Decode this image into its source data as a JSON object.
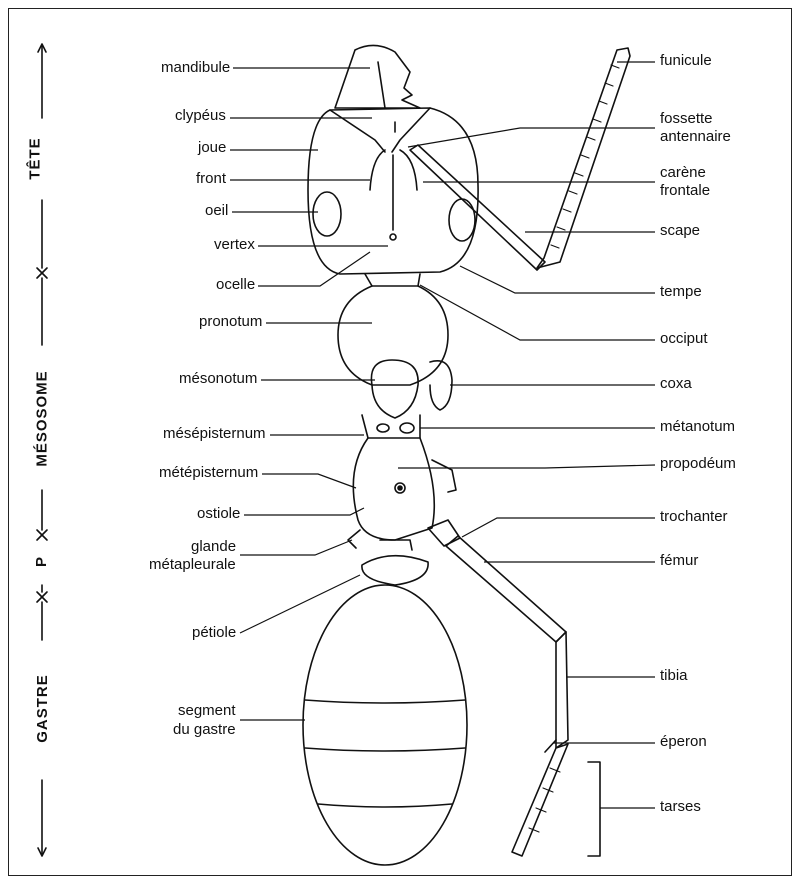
{
  "sections": {
    "tete": "TÊTE",
    "mesosome": "MÉSOSOME",
    "petiole": "P",
    "gastre": "GASTRE"
  },
  "labels_left": {
    "mandibule": "mandibule",
    "clypeus": "clypéus",
    "joue": "joue",
    "front": "front",
    "oeil": "oeil",
    "vertex": "vertex",
    "ocelle": "ocelle",
    "pronotum": "pronotum",
    "mesonotum": "mésonotum",
    "mesepisternum": "mésépisternum",
    "metepisternum": "métépisternum",
    "ostiole": "ostiole",
    "glande_1": "glande",
    "glande_2": "métapleurale",
    "petiole": "pétiole",
    "segment_1": "segment",
    "segment_2": "du gastre"
  },
  "labels_right": {
    "funicule": "funicule",
    "fossette_1": "fossette",
    "fossette_2": "antennaire",
    "carene_1": "carène",
    "carene_2": "frontale",
    "scape": "scape",
    "tempe": "tempe",
    "occiput": "occiput",
    "coxa": "coxa",
    "metanotum": "métanotum",
    "propodeum": "propodéum",
    "trochanter": "trochanter",
    "femur": "fémur",
    "tibia": "tibia",
    "eperon": "éperon",
    "tarses": "tarses"
  }
}
